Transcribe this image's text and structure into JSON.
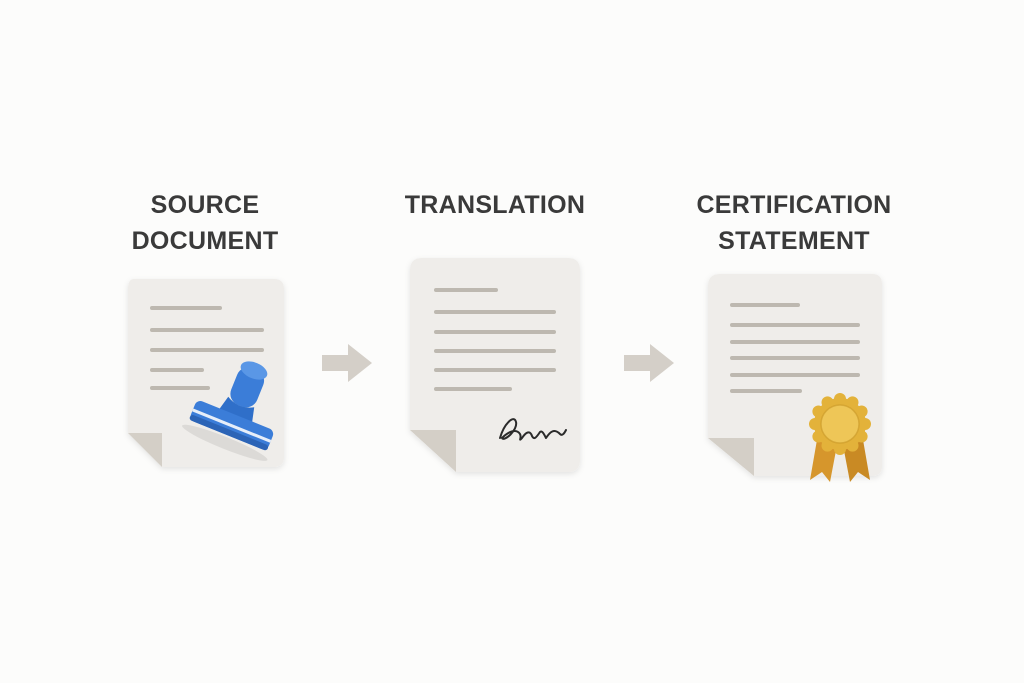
{
  "steps": [
    {
      "label": "SOURCE\nDOCUMENT",
      "icon": "stamp-icon"
    },
    {
      "label": "TRANSLATION",
      "icon": "signature-icon"
    },
    {
      "label": "CERTIFICATION\nSTATEMENT",
      "icon": "award-seal-icon"
    }
  ],
  "colors": {
    "paper": "#efedea",
    "paper_shadow": "#dcd8d1",
    "fold": "#cfcac2",
    "text_lines": "#bdb8b0",
    "arrow": "#d4cfc8",
    "stamp_blue": "#3b7dd8",
    "seal_gold": "#e3b23a",
    "ribbon": "#d6962c",
    "label": "#3a3a3a"
  }
}
